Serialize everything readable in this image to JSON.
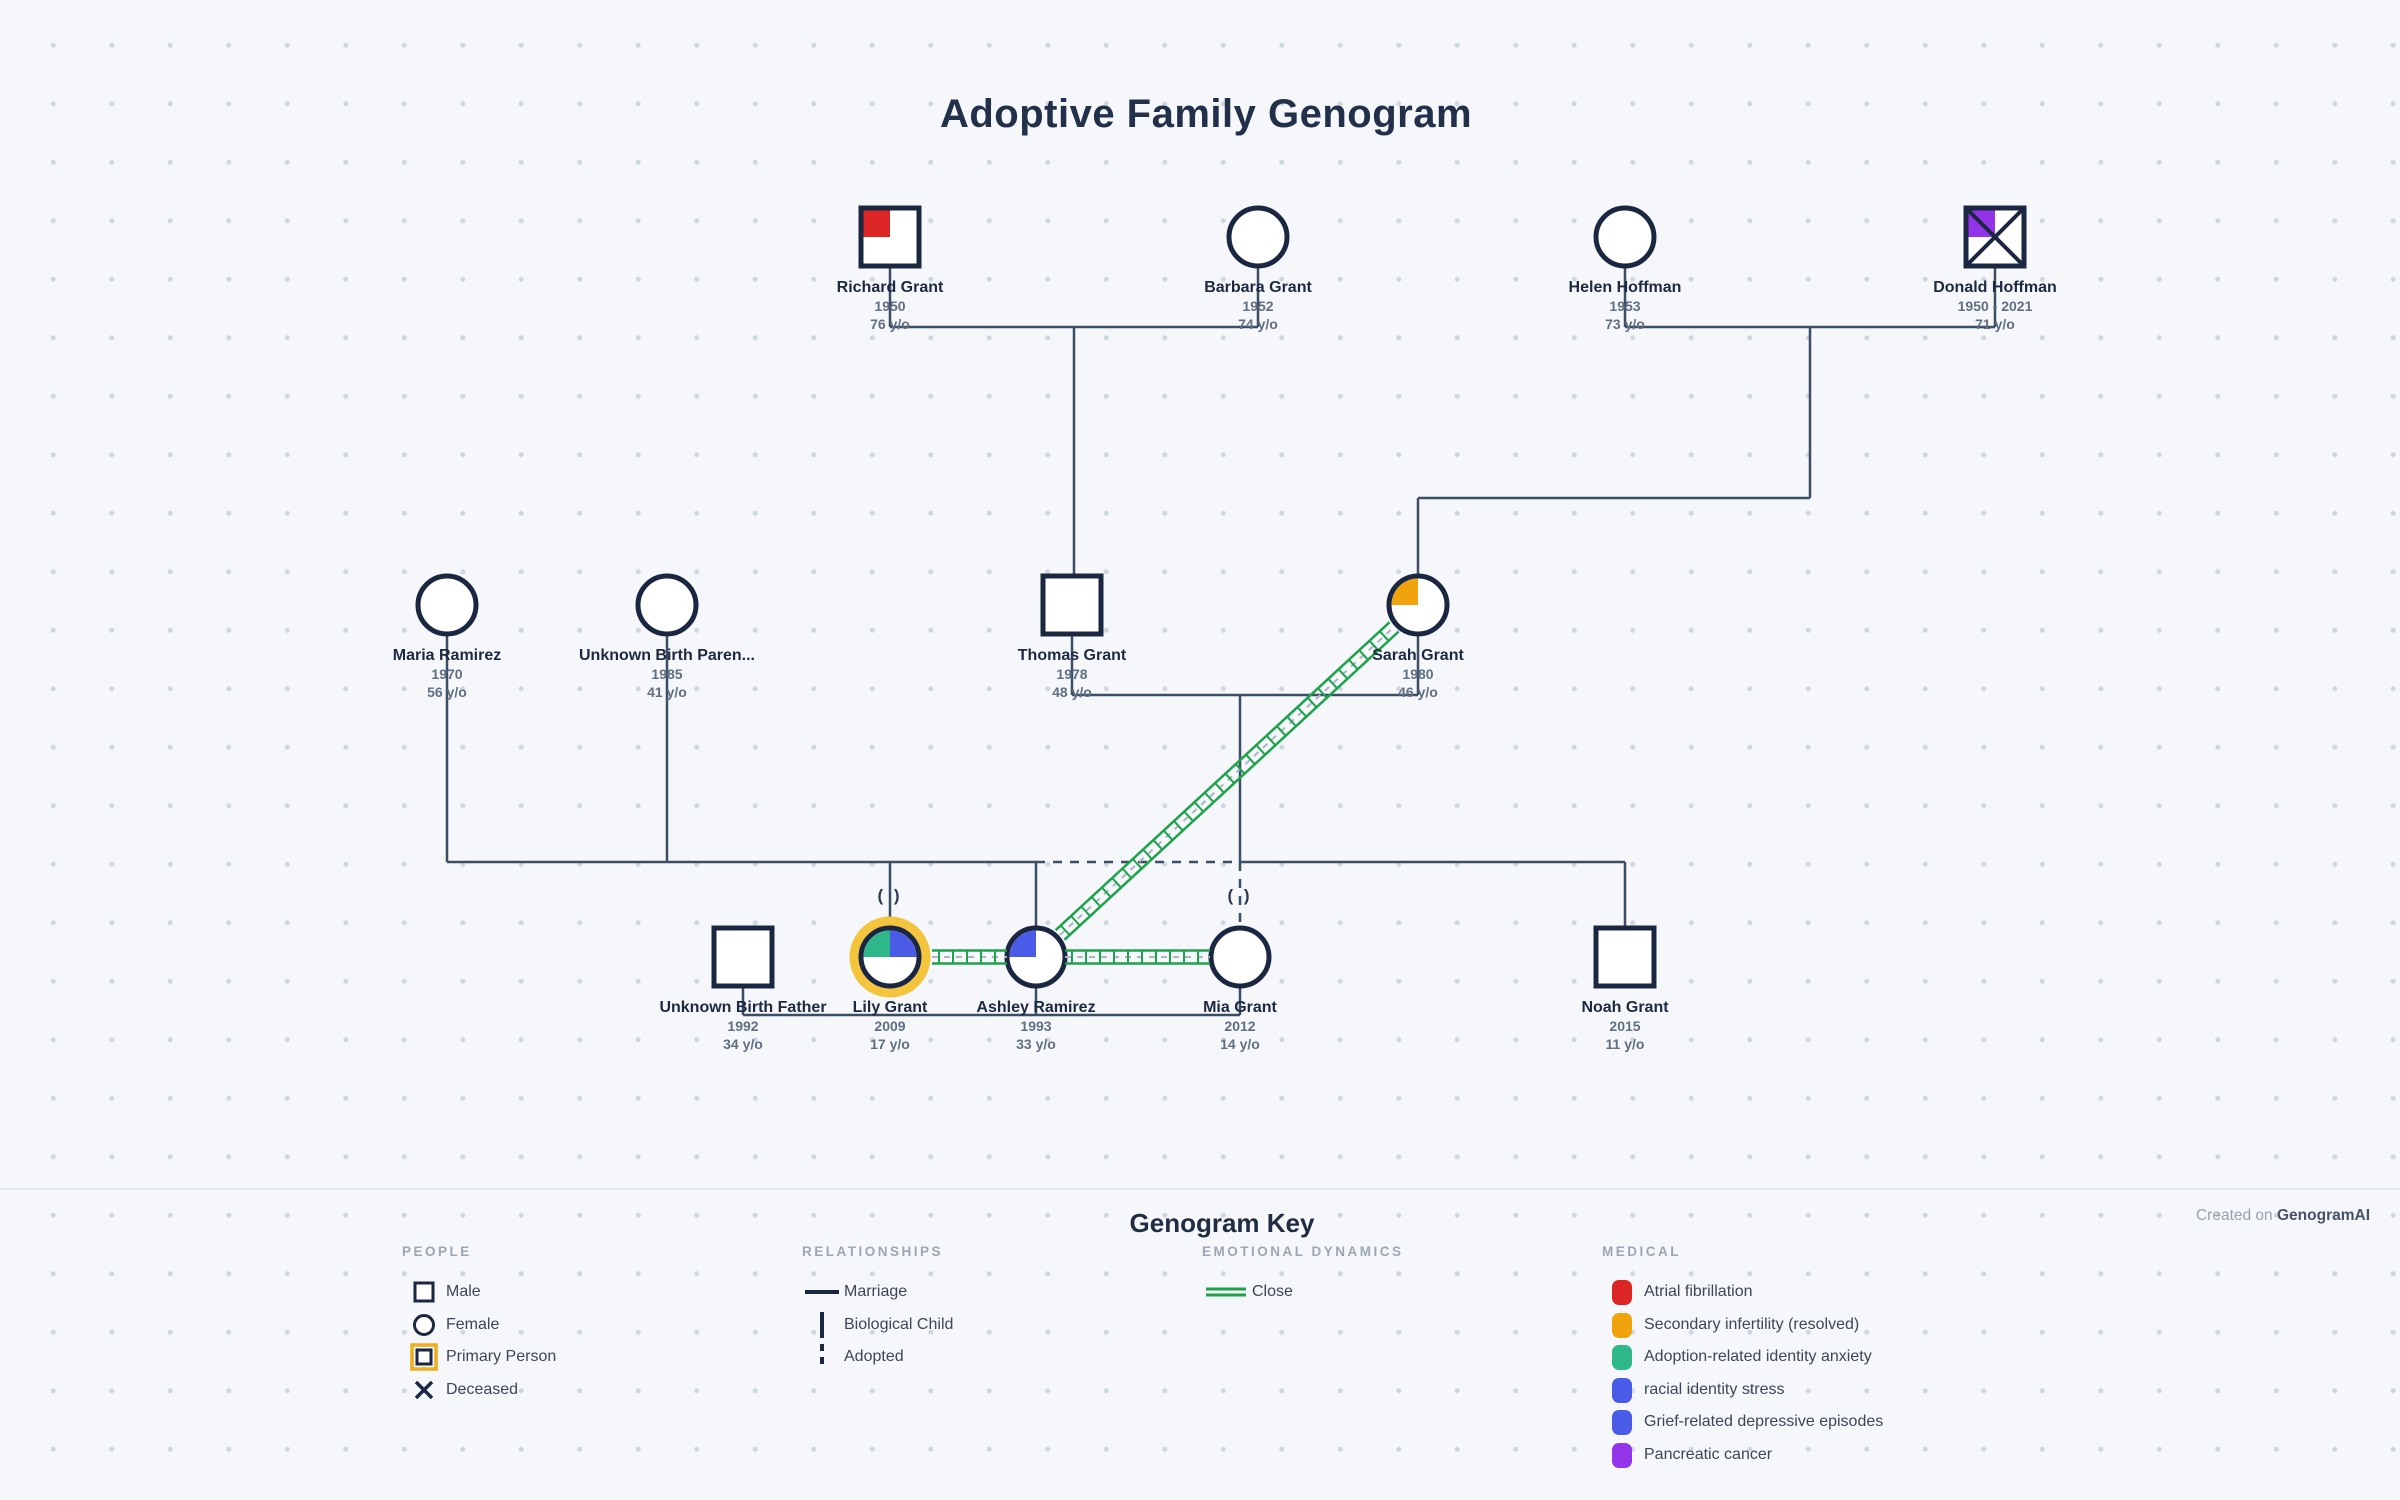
{
  "page": {
    "title": "Adoptive Family Genogram"
  },
  "people": [
    {
      "id": "richard-grant",
      "name": "Richard Grant",
      "birth": "1950",
      "age": "76 y/o"
    },
    {
      "id": "barbara-grant",
      "name": "Barbara Grant",
      "birth": "1952",
      "age": "74 y/o"
    },
    {
      "id": "helen-hoffman",
      "name": "Helen Hoffman",
      "birth": "1953",
      "age": "73 y/o"
    },
    {
      "id": "donald-hoffman",
      "name": "Donald Hoffman",
      "birth": "1950 - 2021",
      "age": "71 y/o"
    },
    {
      "id": "maria-ramirez",
      "name": "Maria Ramirez",
      "birth": "1970",
      "age": "56 y/o"
    },
    {
      "id": "unknown-birth-parent",
      "name": "Unknown Birth Paren...",
      "birth": "1985",
      "age": "41 y/o"
    },
    {
      "id": "thomas-grant",
      "name": "Thomas Grant",
      "birth": "1978",
      "age": "48 y/o"
    },
    {
      "id": "sarah-grant",
      "name": "Sarah Grant",
      "birth": "1980",
      "age": "46 y/o"
    },
    {
      "id": "unknown-birth-father",
      "name": "Unknown Birth Father",
      "birth": "1992",
      "age": "34 y/o"
    },
    {
      "id": "lily-grant",
      "name": "Lily Grant",
      "birth": "2009",
      "age": "17 y/o"
    },
    {
      "id": "ashley-ramirez",
      "name": "Ashley Ramirez",
      "birth": "1993",
      "age": "33 y/o"
    },
    {
      "id": "mia-grant",
      "name": "Mia Grant",
      "birth": "2012",
      "age": "14 y/o"
    },
    {
      "id": "noah-grant",
      "name": "Noah Grant",
      "birth": "2015",
      "age": "11 y/o"
    }
  ],
  "adopted_marker": "( )",
  "legend": {
    "title": "Genogram Key",
    "sections": {
      "people": {
        "header": "PEOPLE",
        "items": [
          "Male",
          "Female",
          "Primary Person",
          "Deceased"
        ]
      },
      "relationships": {
        "header": "RELATIONSHIPS",
        "items": [
          "Marriage",
          "Biological Child",
          "Adopted"
        ]
      },
      "emotional": {
        "header": "EMOTIONAL DYNAMICS",
        "items": [
          "Close"
        ]
      },
      "medical": {
        "header": "MEDICAL",
        "items": [
          {
            "label": "Atrial fibrillation",
            "color": "#dc2626"
          },
          {
            "label": "Secondary infertility (resolved)",
            "color": "#f0a30d"
          },
          {
            "label": "Adoption-related identity anxiety",
            "color": "#2eb88a"
          },
          {
            "label": "racial identity stress",
            "color": "#4a5be8"
          },
          {
            "label": "Grief-related depressive episodes",
            "color": "#4a5be8"
          },
          {
            "label": "Pancreatic cancer",
            "color": "#9333ea"
          }
        ]
      }
    }
  },
  "credit": {
    "prefix": "Created on",
    "brand": "GenogramAI"
  },
  "colors": {
    "node_stroke": "#1b2740",
    "line": "#3d4d63",
    "close": "#1ea24c",
    "close_center": "#aab6c2",
    "primary_ring": "#f5c43d",
    "red": "#dc2626",
    "orange": "#f0a30d",
    "teal": "#2eb88a",
    "blue": "#4a5be8",
    "purple": "#9333ea"
  }
}
